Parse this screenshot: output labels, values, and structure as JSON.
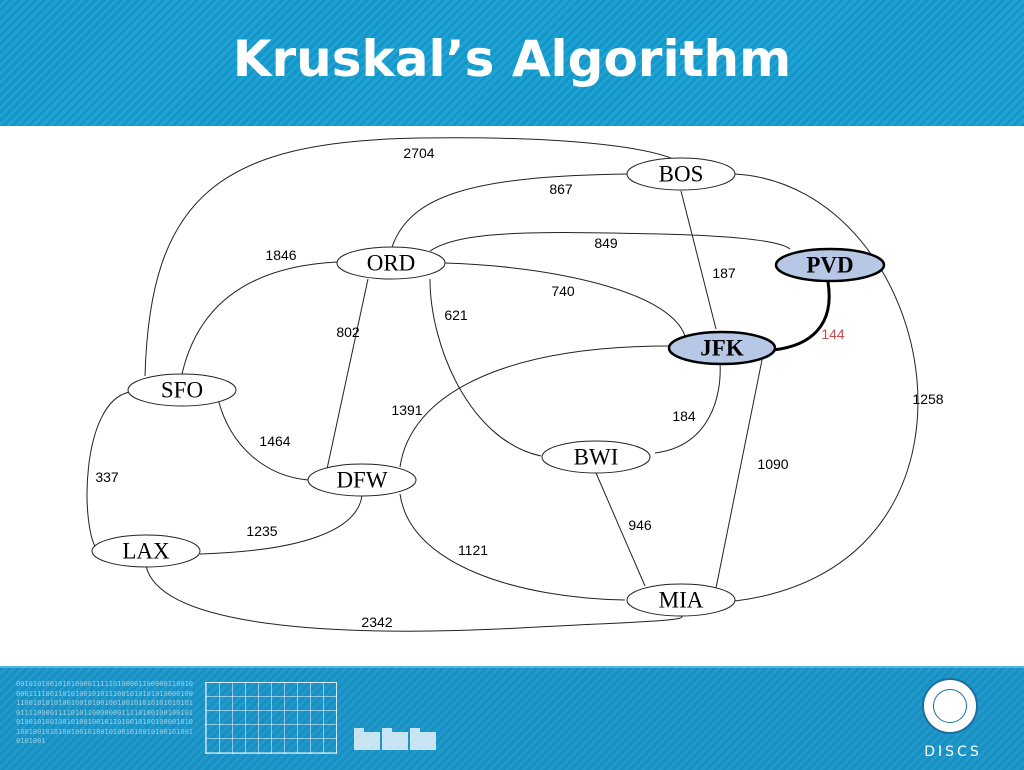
{
  "header": {
    "title": "Kruskal’s Algorithm"
  },
  "graph": {
    "nodes": [
      {
        "id": "BOS",
        "label": "BOS",
        "highlighted": false
      },
      {
        "id": "PVD",
        "label": "PVD",
        "highlighted": true
      },
      {
        "id": "ORD",
        "label": "ORD",
        "highlighted": false
      },
      {
        "id": "JFK",
        "label": "JFK",
        "highlighted": true
      },
      {
        "id": "SFO",
        "label": "SFO",
        "highlighted": false
      },
      {
        "id": "BWI",
        "label": "BWI",
        "highlighted": false
      },
      {
        "id": "DFW",
        "label": "DFW",
        "highlighted": false
      },
      {
        "id": "LAX",
        "label": "LAX",
        "highlighted": false
      },
      {
        "id": "MIA",
        "label": "MIA",
        "highlighted": false
      }
    ],
    "edges": [
      {
        "id": "SFO-BOS",
        "from": "SFO",
        "to": "BOS",
        "weight": "2704",
        "highlighted": false
      },
      {
        "id": "ORD-BOS",
        "from": "ORD",
        "to": "BOS",
        "weight": "867",
        "highlighted": false
      },
      {
        "id": "ORD-PVD",
        "from": "ORD",
        "to": "PVD",
        "weight": "849",
        "highlighted": false
      },
      {
        "id": "BOS-JFK",
        "from": "BOS",
        "to": "JFK",
        "weight": "187",
        "highlighted": false
      },
      {
        "id": "PVD-JFK",
        "from": "PVD",
        "to": "JFK",
        "weight": "144",
        "highlighted": true
      },
      {
        "id": "SFO-ORD",
        "from": "SFO",
        "to": "ORD",
        "weight": "1846",
        "highlighted": false
      },
      {
        "id": "ORD-JFK",
        "from": "ORD",
        "to": "JFK",
        "weight": "740",
        "highlighted": false
      },
      {
        "id": "ORD-BWI",
        "from": "ORD",
        "to": "BWI",
        "weight": "621",
        "highlighted": false
      },
      {
        "id": "ORD-DFW",
        "from": "ORD",
        "to": "DFW",
        "weight": "802",
        "highlighted": false
      },
      {
        "id": "DFW-JFK",
        "from": "DFW",
        "to": "JFK",
        "weight": "1391",
        "highlighted": false
      },
      {
        "id": "BWI-JFK",
        "from": "BWI",
        "to": "JFK",
        "weight": "184",
        "highlighted": false
      },
      {
        "id": "BOS-MIA",
        "from": "BOS",
        "to": "MIA",
        "weight": "1258",
        "highlighted": false
      },
      {
        "id": "SFO-DFW",
        "from": "SFO",
        "to": "DFW",
        "weight": "1464",
        "highlighted": false
      },
      {
        "id": "SFO-LAX",
        "from": "SFO",
        "to": "LAX",
        "weight": "337",
        "highlighted": false
      },
      {
        "id": "JFK-MIA",
        "from": "JFK",
        "to": "MIA",
        "weight": "1090",
        "highlighted": false
      },
      {
        "id": "BWI-MIA",
        "from": "BWI",
        "to": "MIA",
        "weight": "946",
        "highlighted": false
      },
      {
        "id": "LAX-DFW",
        "from": "LAX",
        "to": "DFW",
        "weight": "1235",
        "highlighted": false
      },
      {
        "id": "DFW-MIA",
        "from": "DFW",
        "to": "MIA",
        "weight": "1121",
        "highlighted": false
      },
      {
        "id": "LAX-MIA",
        "from": "LAX",
        "to": "MIA",
        "weight": "2342",
        "highlighted": false
      }
    ]
  },
  "footer": {
    "brand": "DISCS",
    "binary_text": "0010101001010100001111101000011000001100100001111001101010010101110010101010100001001100101010100100101001001001010101010101010111100001111010110000000111101001001001010100101001001010010010110100101001000010101001001010100100101001010010100101001010010101001",
    "seal_icon": "university-seal-icon",
    "grid_icon": "grid-chart-icon",
    "folder_icon": "folder-icon"
  }
}
